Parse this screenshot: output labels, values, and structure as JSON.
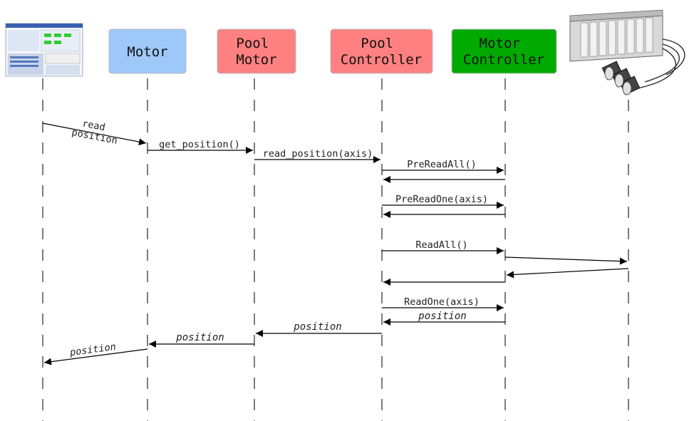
{
  "participants": [
    {
      "id": "client",
      "label": "",
      "icon": "gui-screenshot-icon"
    },
    {
      "id": "motor",
      "label": "Motor",
      "color": "#9ec8f8"
    },
    {
      "id": "poolmotor",
      "label": "Pool\nMotor",
      "color": "#ff8080"
    },
    {
      "id": "poolctrl",
      "label": "Pool\nController",
      "color": "#ff8080"
    },
    {
      "id": "motorctrl",
      "label": "Motor\nController",
      "color": "#00aa00"
    },
    {
      "id": "hardware",
      "label": "",
      "icon": "motor-hardware-icon"
    }
  ],
  "messages": {
    "read_position": "read\nposition",
    "get_position": "get_position()",
    "read_position_axis": "read_position(axis)",
    "pre_read_all": "PreReadAll()",
    "pre_read_one": "PreReadOne(axis)",
    "read_all": "ReadAll()",
    "read_one": "ReadOne(axis)",
    "ret_position_1": "position",
    "ret_position_2": "position",
    "ret_position_3": "position",
    "ret_position_4": "position"
  }
}
